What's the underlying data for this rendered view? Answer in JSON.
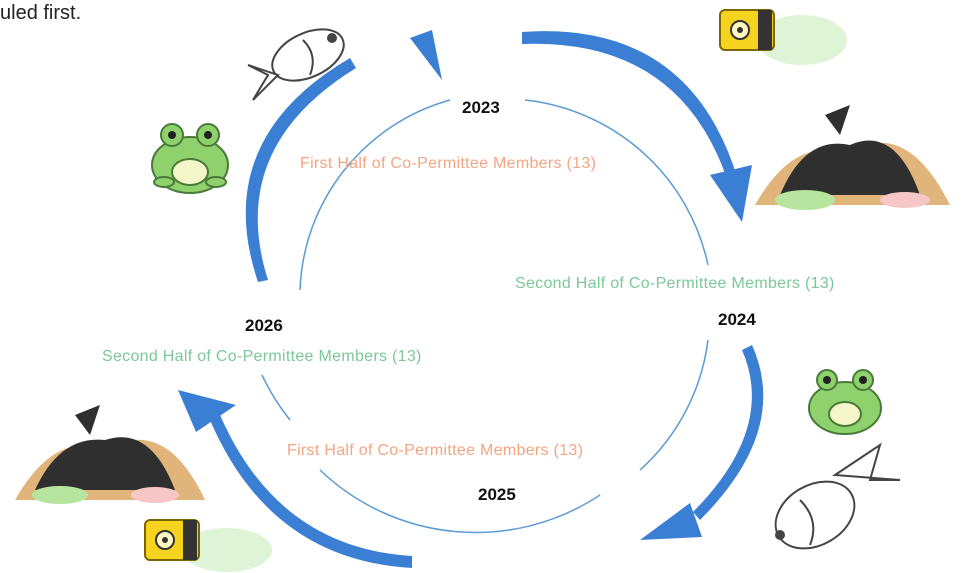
{
  "top_snippet": "uled first.",
  "years": {
    "y2023": "2023",
    "y2024": "2024",
    "y2025": "2025",
    "y2026": "2026"
  },
  "labels": {
    "first_half_2023": "First Half of Co-Permittee Members (13)",
    "second_half_2024": "Second Half of Co-Permittee Members (13)",
    "first_half_2025": "First Half of Co-Permittee Members (13)",
    "second_half_2026": "Second Half of Co-Permittee Members (13)"
  },
  "colors": {
    "arrow_blue": "#3b7fd4",
    "circle_blue": "#5b9bd5",
    "label_orange": "#f4a582",
    "label_green": "#7cc79a"
  },
  "icons": [
    "fish-icon",
    "frog-icon",
    "toxic-barrel-icon",
    "garbage-pile-icon"
  ]
}
